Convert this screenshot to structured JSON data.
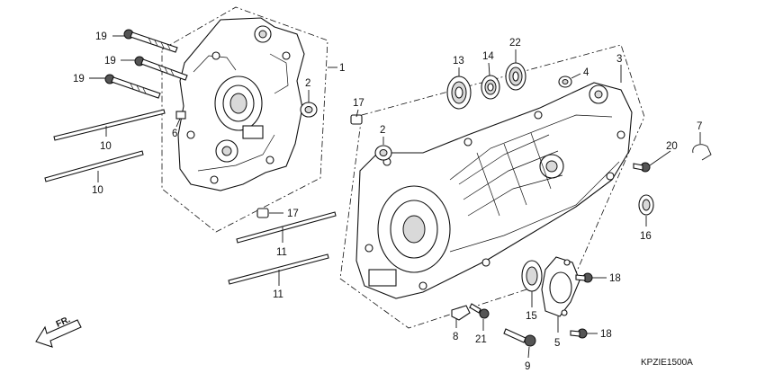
{
  "diagram_code": "KPZIE1500A",
  "direction_label": "FR.",
  "callouts": [
    {
      "id": "c19a",
      "text": "19"
    },
    {
      "id": "c19b",
      "text": "19"
    },
    {
      "id": "c19c",
      "text": "19"
    },
    {
      "id": "c1",
      "text": "1"
    },
    {
      "id": "c2a",
      "text": "2"
    },
    {
      "id": "c6",
      "text": "6"
    },
    {
      "id": "c10a",
      "text": "10"
    },
    {
      "id": "c10b",
      "text": "10"
    },
    {
      "id": "c17a",
      "text": "17"
    },
    {
      "id": "c17b",
      "text": "17"
    },
    {
      "id": "c11a",
      "text": "11"
    },
    {
      "id": "c11b",
      "text": "11"
    },
    {
      "id": "c2b",
      "text": "2"
    },
    {
      "id": "c13",
      "text": "13"
    },
    {
      "id": "c14",
      "text": "14"
    },
    {
      "id": "c22",
      "text": "22"
    },
    {
      "id": "c4",
      "text": "4"
    },
    {
      "id": "c3",
      "text": "3"
    },
    {
      "id": "c7",
      "text": "7"
    },
    {
      "id": "c20",
      "text": "20"
    },
    {
      "id": "c16",
      "text": "16"
    },
    {
      "id": "c18a",
      "text": "18"
    },
    {
      "id": "c18b",
      "text": "18"
    },
    {
      "id": "c15",
      "text": "15"
    },
    {
      "id": "c5",
      "text": "5"
    },
    {
      "id": "c8",
      "text": "8"
    },
    {
      "id": "c21",
      "text": "21"
    },
    {
      "id": "c9",
      "text": "9"
    }
  ]
}
